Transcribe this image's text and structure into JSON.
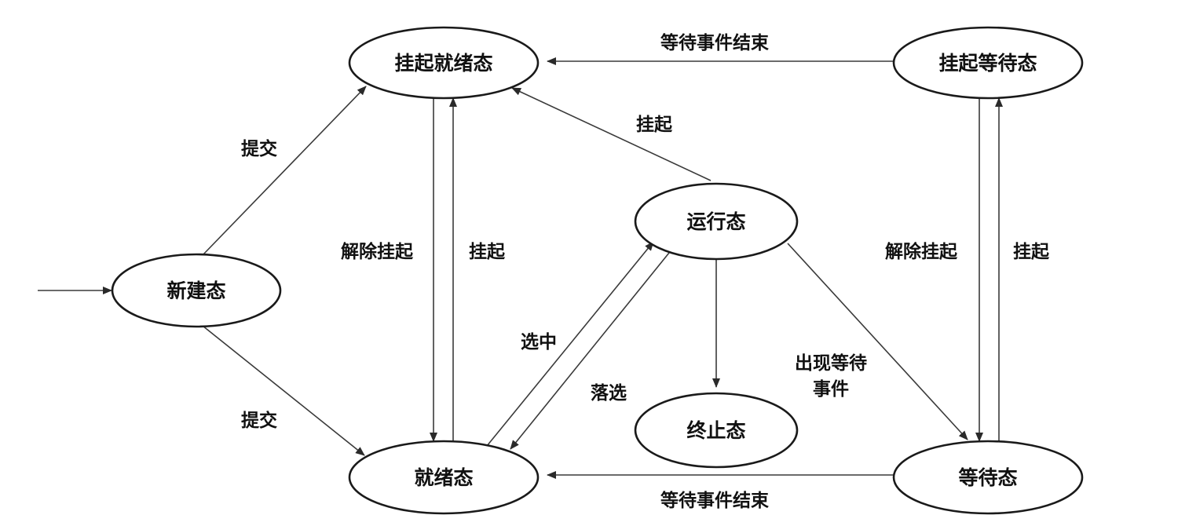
{
  "nodes": {
    "new": "新建态",
    "suspended_ready": "挂起就绪态",
    "suspended_waiting": "挂起等待态",
    "running": "运行态",
    "ready": "就绪态",
    "terminated": "终止态",
    "waiting": "等待态"
  },
  "edges": {
    "submit_top": "提交",
    "submit_bottom": "提交",
    "event_end_top": "等待事件结束",
    "event_end_bottom": "等待事件结束",
    "suspend_from_running": "挂起",
    "unsuspend_left": "解除挂起",
    "suspend_left": "挂起",
    "unsuspend_right": "解除挂起",
    "suspend_right": "挂起",
    "selected": "选中",
    "deselected": "落选",
    "wait_event_line1": "出现等待",
    "wait_event_line2": "事件"
  },
  "colors": {
    "stroke": "#1a1a1a",
    "edge": "#3a3a3a",
    "text": "#111111",
    "background": "#ffffff"
  }
}
